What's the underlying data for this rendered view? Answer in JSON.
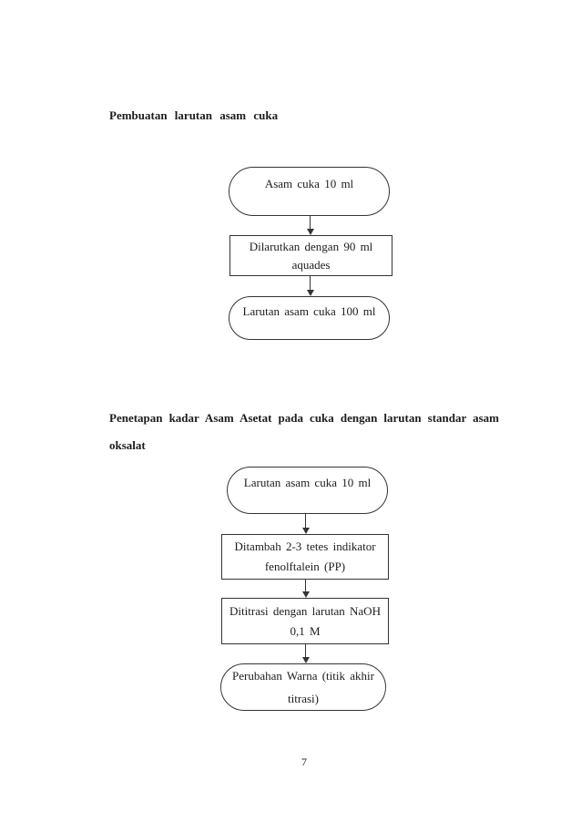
{
  "colors": {
    "background": "#ffffff",
    "ink": "#1c1c1c",
    "line": "#343434"
  },
  "page_number": "7",
  "section1": {
    "heading": "Pembuatan larutan asam cuka",
    "flow": {
      "start": "Asam cuka 10 ml",
      "process1_line1": "Dilarutkan dengan 90 ml",
      "process1_line2": "aquades",
      "end": "Larutan asam cuka 100 ml"
    }
  },
  "section2": {
    "heading_line1": "Penetapan kadar Asam Asetat pada cuka dengan larutan standar asam",
    "heading_line2": "oksalat",
    "flow": {
      "start": "Larutan asam cuka 10 ml",
      "process1_line1": "Ditambah 2-3 tetes indikator",
      "process1_line2": "fenolftalein (PP)",
      "process2_line1": "Dititrasi dengan larutan NaOH",
      "process2_line2": "0,1 M",
      "end_line1": "Perubahan Warna (titik akhir",
      "end_line2": "titrasi)"
    }
  }
}
